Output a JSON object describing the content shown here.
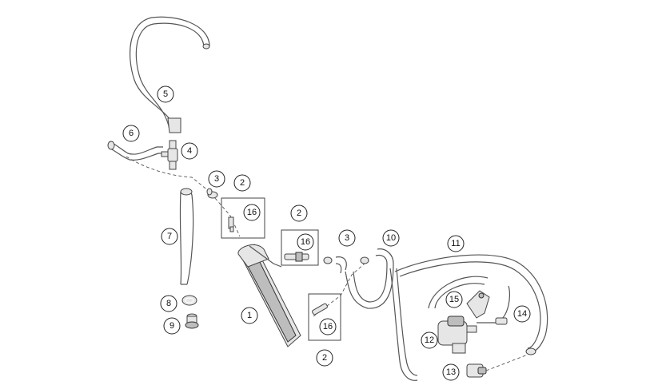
{
  "callouts": [
    {
      "id": "c1",
      "label": "1"
    },
    {
      "id": "c2a",
      "label": "2"
    },
    {
      "id": "c2b",
      "label": "2"
    },
    {
      "id": "c2c",
      "label": "2"
    },
    {
      "id": "c3a",
      "label": "3"
    },
    {
      "id": "c3b",
      "label": "3"
    },
    {
      "id": "c4",
      "label": "4"
    },
    {
      "id": "c5",
      "label": "5"
    },
    {
      "id": "c6",
      "label": "6"
    },
    {
      "id": "c7",
      "label": "7"
    },
    {
      "id": "c8",
      "label": "8"
    },
    {
      "id": "c9",
      "label": "9"
    },
    {
      "id": "c10",
      "label": "10"
    },
    {
      "id": "c11",
      "label": "11"
    },
    {
      "id": "c12",
      "label": "12"
    },
    {
      "id": "c13",
      "label": "13"
    },
    {
      "id": "c14",
      "label": "14"
    },
    {
      "id": "c15",
      "label": "15"
    },
    {
      "id": "c16a",
      "label": "16"
    },
    {
      "id": "c16b",
      "label": "16"
    },
    {
      "id": "c16c",
      "label": "16"
    }
  ]
}
